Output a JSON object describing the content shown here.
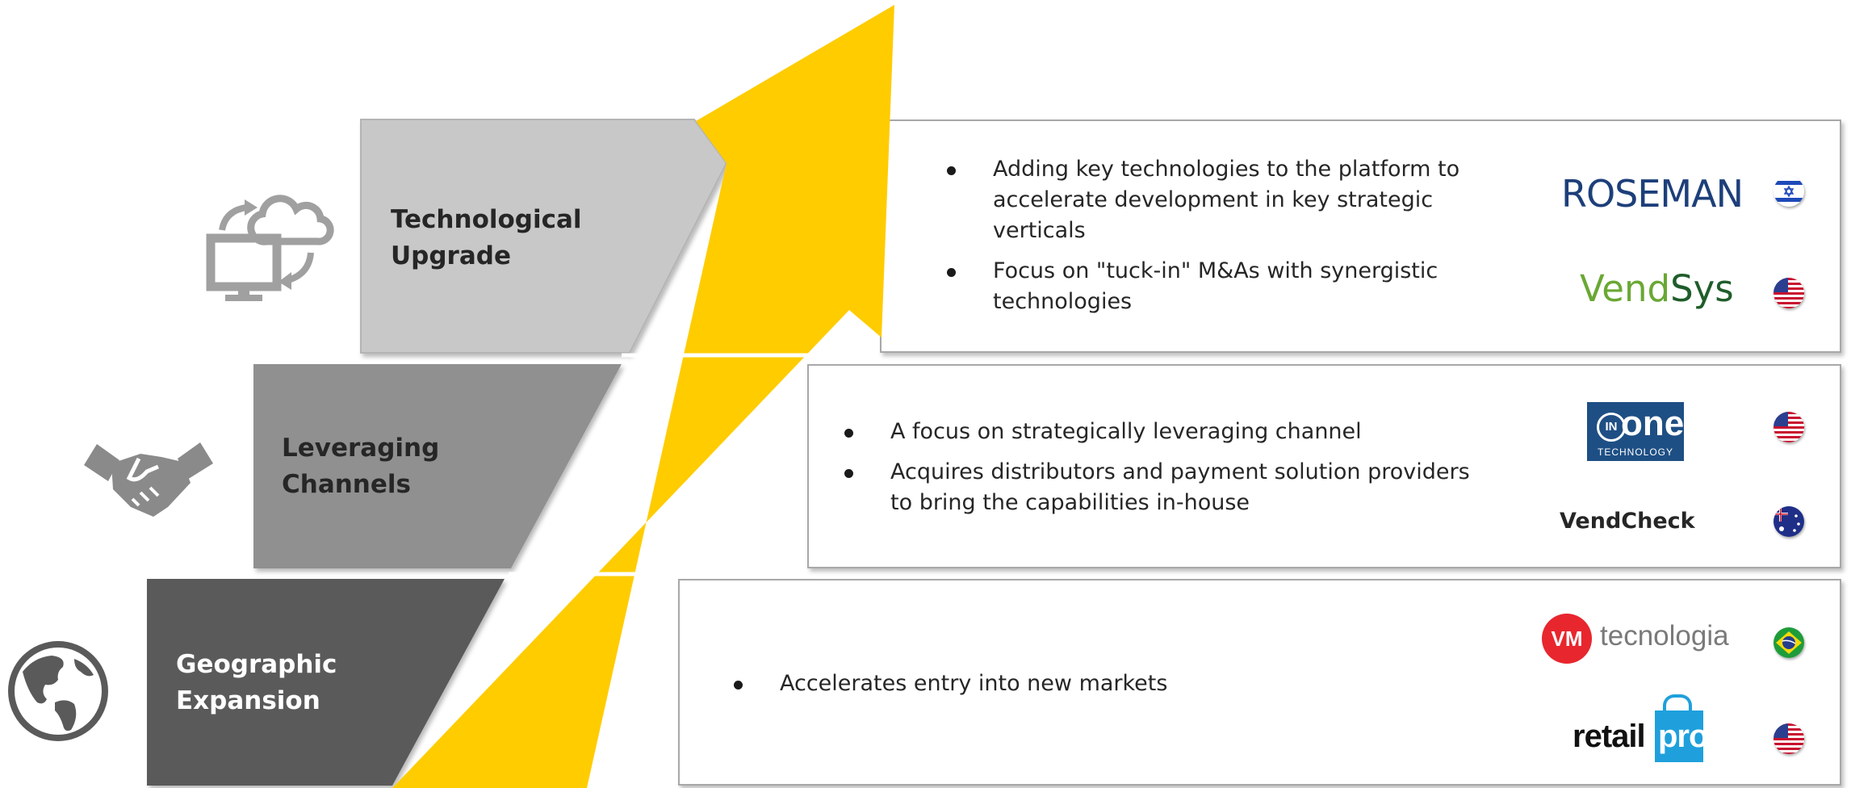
{
  "tiers": [
    {
      "label_lines": [
        "Technological",
        "Upgrade"
      ],
      "icon": "cloud-computer-icon",
      "bullets": [
        "Adding key technologies to the platform to accelerate development in key strategic verticals",
        "Focus on \"tuck-in\" M&As with synergistic technologies"
      ],
      "companies": [
        {
          "name": "ROSEMAN",
          "flag": "israel-flag-icon"
        },
        {
          "name": "VendSys",
          "flag": "usa-flag-icon"
        }
      ]
    },
    {
      "label_lines": [
        "Leveraging",
        "Channels"
      ],
      "icon": "handshake-icon",
      "bullets": [
        "A focus on strategically leveraging channel",
        "Acquires distributors and payment solution providers to bring the capabilities in-house"
      ],
      "companies": [
        {
          "name": "IN one TECHNOLOGY",
          "flag": "usa-flag-icon"
        },
        {
          "name": "VendCheck",
          "flag": "australia-flag-icon"
        }
      ]
    },
    {
      "label_lines": [
        "Geographic",
        "Expansion"
      ],
      "icon": "globe-icon",
      "bullets": [
        "Accelerates entry into new markets"
      ],
      "companies": [
        {
          "name": "VM tecnologia",
          "flag": "brazil-flag-icon"
        },
        {
          "name": "retail pro",
          "flag": "usa-flag-icon"
        }
      ]
    }
  ],
  "logos": {
    "roseman": "ROSEMAN",
    "vendsys_a": "Vend",
    "vendsys_b": "Sys",
    "inone_in": "IN",
    "inone_one": "one",
    "inone_tech": "TECHNOLOGY",
    "vendcheck": "VendCheck",
    "vm_badge": "VM",
    "vm_text": "tecnologia",
    "retail": "retail",
    "pro": "pro"
  },
  "colors": {
    "arrow": "#FFCC00",
    "tier1_fill": "#C8C8C8",
    "tier2_fill": "#909090",
    "tier3_fill": "#5A5A5A",
    "icon_gray": "#8a8a8a",
    "roseman_blue": "#1d3f7a",
    "roseman_orange": "#e39a31",
    "vendsys_green": "#6aa834",
    "inone_blue": "#1e4f84",
    "vm_red": "#e8262e",
    "retailpro_blue": "#1fa0dc"
  }
}
